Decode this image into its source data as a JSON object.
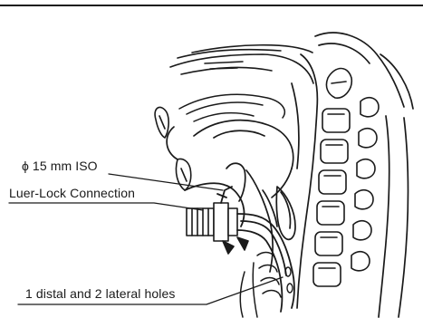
{
  "labels": {
    "iso_connector": "ϕ 15 mm ISO",
    "luer_lock": "Luer-Lock Connection",
    "holes": "1 distal and 2 lateral holes"
  },
  "colors": {
    "ink": "#1a1a1a",
    "background": "#ffffff"
  }
}
